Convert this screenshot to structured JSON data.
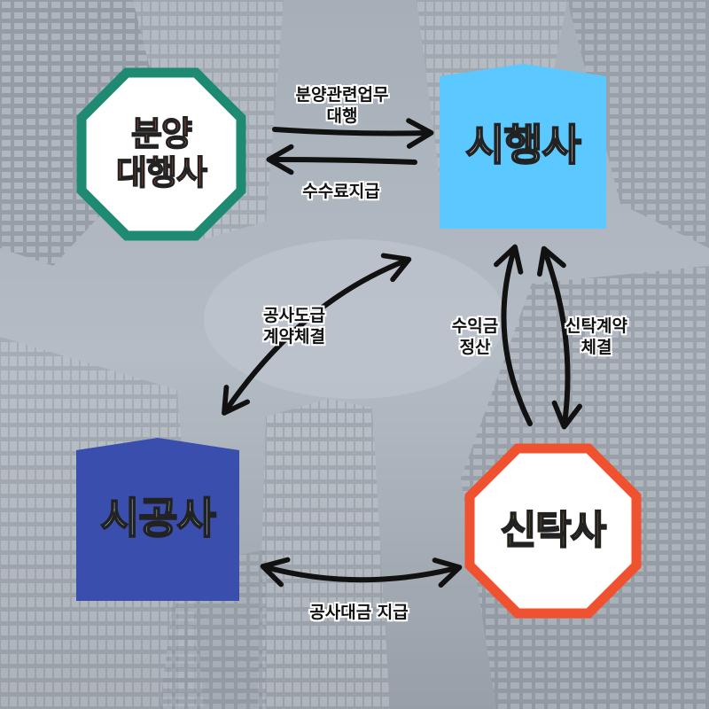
{
  "nodes": {
    "agency": {
      "line1": "분양",
      "line2": "대행사",
      "shape": "octagon",
      "border_color": "#1e8a72",
      "text_color": "#f26b4f"
    },
    "developer": {
      "label": "시행사",
      "shape": "pentagon",
      "fill_color": "#5bc8ff",
      "text_color": "#ffffff"
    },
    "constructor": {
      "label": "시공사",
      "shape": "pentagon",
      "fill_color": "#3a4eae",
      "text_color": "#bfe9ff"
    },
    "trust": {
      "label": "신탁사",
      "shape": "octagon",
      "border_color": "#f0512f",
      "text_color": "#f29a1a"
    }
  },
  "edges": {
    "agency_service": {
      "line1": "분양관련업무",
      "line2": "대행"
    },
    "fee_payment": {
      "label": "수수료지급"
    },
    "construction_contract": {
      "line1": "공사도급",
      "line2": "계약체결"
    },
    "profit_settlement": {
      "line1": "수익금",
      "line2": "정산"
    },
    "trust_contract": {
      "line1": "신탁계약",
      "line2": "체결"
    },
    "construction_payment": {
      "label": "공사대금 지급"
    }
  },
  "colors": {
    "arrow": "#111111",
    "background": "#8d96a3"
  }
}
